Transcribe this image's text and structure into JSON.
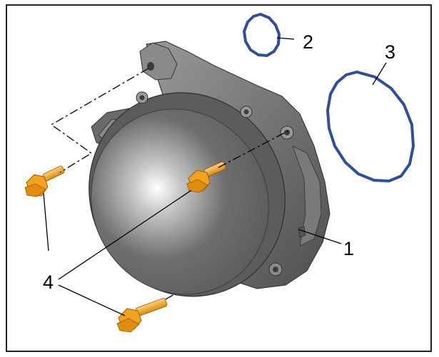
{
  "callouts": {
    "housing": "1",
    "small_seal": "2",
    "large_seal": "3",
    "bolts": "4"
  },
  "colors": {
    "housing": "#7d7d7d",
    "seal": "#2e4f9c",
    "bolt": "#f2a21c",
    "line": "#000000"
  }
}
